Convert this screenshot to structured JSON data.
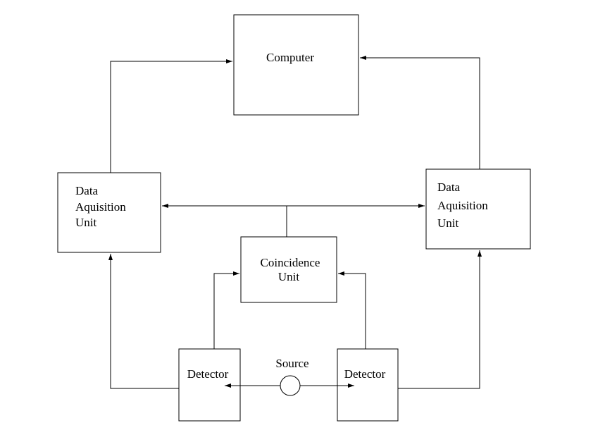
{
  "nodes": {
    "computer": {
      "label": "Computer"
    },
    "daq_left": {
      "lines": [
        "Data",
        "Aquisition",
        "Unit"
      ]
    },
    "daq_right": {
      "lines": [
        "Data",
        "Aquisition",
        "Unit"
      ]
    },
    "coincidence": {
      "lines": [
        "Coincidence",
        "Unit"
      ]
    },
    "detector_left": {
      "label": "Detector"
    },
    "detector_right": {
      "label": "Detector"
    },
    "source": {
      "label": "Source"
    }
  },
  "colors": {
    "stroke": "#000000",
    "background": "#ffffff"
  }
}
